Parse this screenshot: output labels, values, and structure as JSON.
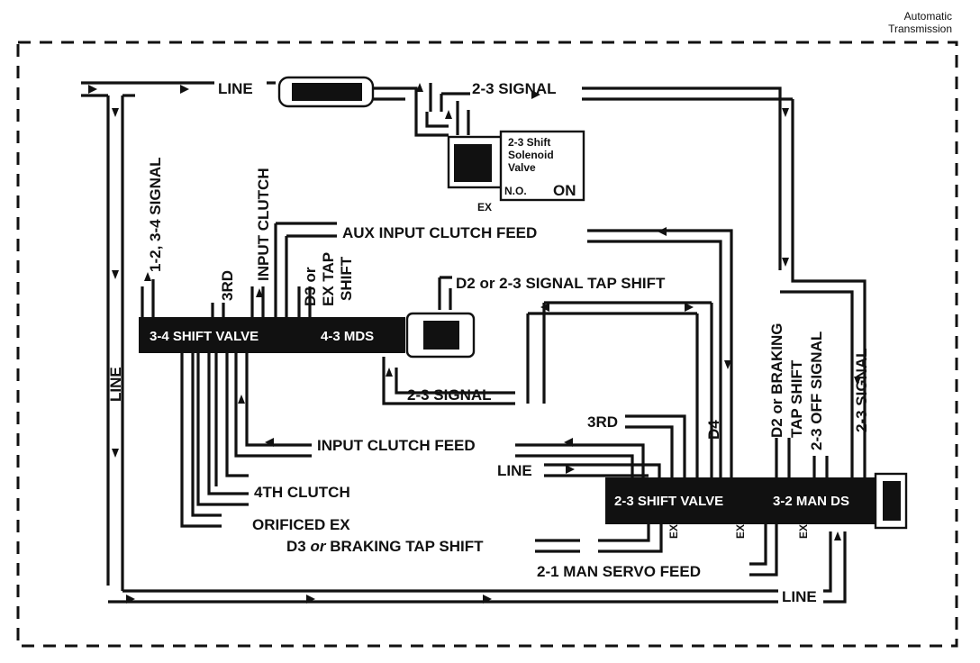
{
  "header": {
    "line1": "Automatic",
    "line2": "Transmission"
  },
  "valves": {
    "shift_34": "3-4 SHIFT VALVE",
    "mds_43": "4-3 MDS",
    "shift_23": "2-3 SHIFT VALVE",
    "man_ds_32": "3-2 MAN DS"
  },
  "solenoid": {
    "title1": "2-3 Shift",
    "title2": "Solenoid",
    "title3": "Valve",
    "state_no": "N.O.",
    "state_on": "ON",
    "ex": "EX"
  },
  "labels": {
    "line_top": "LINE",
    "signal_23_top": "2-3 SIGNAL",
    "signal_1234": "1-2, 3-4 SIGNAL",
    "input_clutch": "INPUT CLUTCH",
    "third_top": "3RD",
    "d3_or": "D3 or",
    "ex_tap": "EX TAP",
    "shift_word": "SHIFT",
    "aux_feed": "AUX INPUT CLUTCH FEED",
    "d2_tap": "D2 or 2-3 SIGNAL TAP SHIFT",
    "line_left": "LINE",
    "signal_23_mid": "2-3 SIGNAL",
    "third_mid": "3RD",
    "d4": "D4",
    "d2_braking_1": "D2 or BRAKING",
    "d2_braking_2": "TAP SHIFT",
    "off_signal": "2-3 OFF SIGNAL",
    "signal_23_right": "2-3 SIGNAL",
    "input_feed": "INPUT CLUTCH FEED",
    "line_mid": "LINE",
    "fourth_clutch": "4TH CLUTCH",
    "orificed_ex": "ORIFICED EX",
    "d3_braking_prefix": "D3",
    "d3_braking_ital": " or ",
    "d3_braking_suffix": "BRAKING TAP SHIFT",
    "man_servo": "2-1 MAN SERVO FEED",
    "line_bottom": "LINE",
    "ex1": "EX",
    "ex2": "EX",
    "ex3": "EX"
  }
}
